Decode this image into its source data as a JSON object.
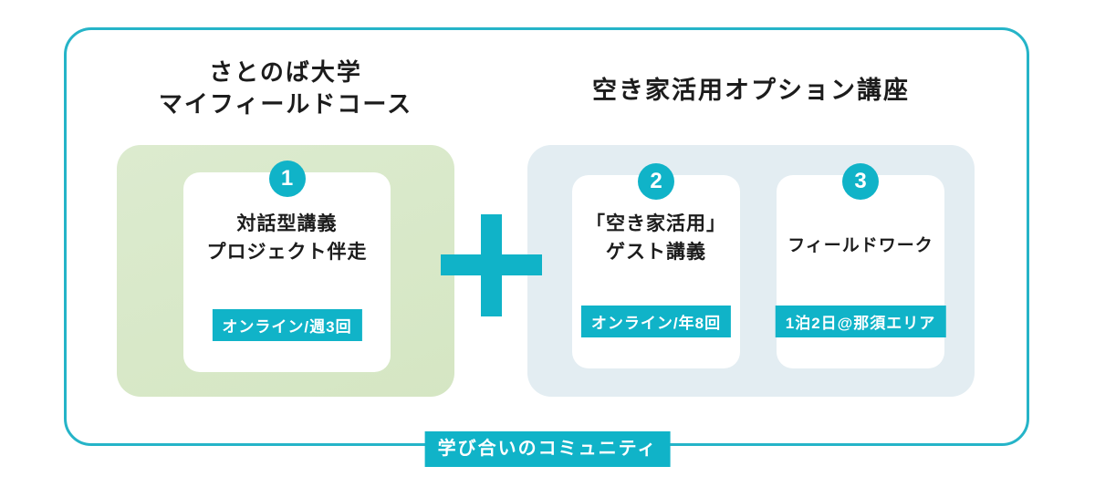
{
  "left_section": {
    "title_line1": "さとのば大学",
    "title_line2": "マイフィールドコース",
    "card": {
      "number": "1",
      "line1": "対話型講義",
      "line2": "プロジェクト伴走",
      "badge": "オンライン/週3回"
    }
  },
  "right_section": {
    "title": "空き家活用オプション講座",
    "card2": {
      "number": "2",
      "line1": "「空き家活用」",
      "line2": "ゲスト講義",
      "badge": "オンライン/年8回"
    },
    "card3": {
      "number": "3",
      "line1": "フィールドワーク",
      "badge": "1泊2日@那須エリア"
    }
  },
  "footer": {
    "badge": "学び合いのコミュニティ"
  },
  "colors": {
    "accent_teal": "#10b3c8",
    "border_teal": "#25b4c8",
    "panel_green": "#d5e6c3",
    "panel_green_light": "#dcebcf",
    "panel_blue": "#e3edf2"
  }
}
